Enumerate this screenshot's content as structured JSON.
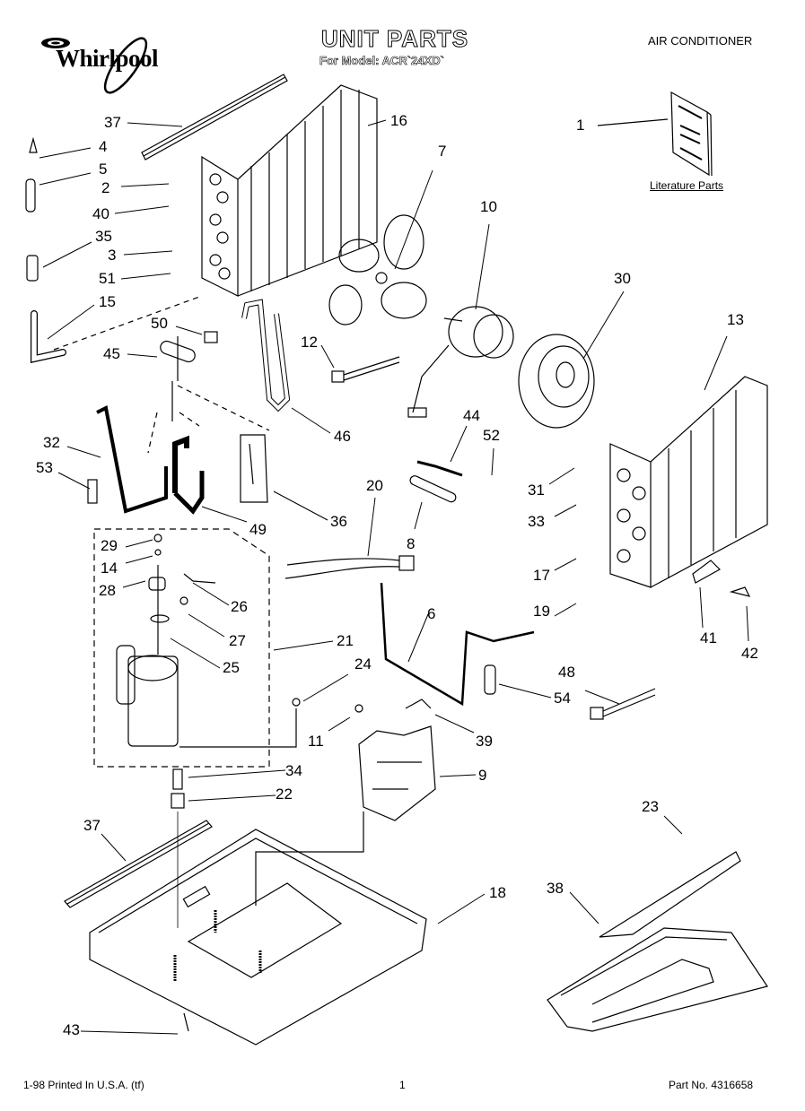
{
  "header": {
    "brand": "Whirlpool",
    "title": "UNIT PARTS",
    "model_line": "For Model: ACR`24XD`",
    "document_type": "AIR CONDITIONER"
  },
  "literature": {
    "label": "Literature Parts",
    "callout": "1"
  },
  "callouts": [
    {
      "id": "c37a",
      "num": "37"
    },
    {
      "id": "c16",
      "num": "16"
    },
    {
      "id": "c4",
      "num": "4"
    },
    {
      "id": "c5",
      "num": "5"
    },
    {
      "id": "c2",
      "num": "2"
    },
    {
      "id": "c40",
      "num": "40"
    },
    {
      "id": "c7",
      "num": "7"
    },
    {
      "id": "c10",
      "num": "10"
    },
    {
      "id": "c35",
      "num": "35"
    },
    {
      "id": "c3",
      "num": "3"
    },
    {
      "id": "c51",
      "num": "51"
    },
    {
      "id": "c30",
      "num": "30"
    },
    {
      "id": "c15",
      "num": "15"
    },
    {
      "id": "c50",
      "num": "50"
    },
    {
      "id": "c12",
      "num": "12"
    },
    {
      "id": "c13",
      "num": "13"
    },
    {
      "id": "c45",
      "num": "45"
    },
    {
      "id": "c46",
      "num": "46"
    },
    {
      "id": "c44",
      "num": "44"
    },
    {
      "id": "c52",
      "num": "52"
    },
    {
      "id": "c32",
      "num": "32"
    },
    {
      "id": "c31",
      "num": "31"
    },
    {
      "id": "c53",
      "num": "53"
    },
    {
      "id": "c33",
      "num": "33"
    },
    {
      "id": "c20",
      "num": "20"
    },
    {
      "id": "c49",
      "num": "49"
    },
    {
      "id": "c36",
      "num": "36"
    },
    {
      "id": "c8",
      "num": "8"
    },
    {
      "id": "c29",
      "num": "29"
    },
    {
      "id": "c14",
      "num": "14"
    },
    {
      "id": "c17",
      "num": "17"
    },
    {
      "id": "c28",
      "num": "28"
    },
    {
      "id": "c26",
      "num": "26"
    },
    {
      "id": "c19",
      "num": "19"
    },
    {
      "id": "c6",
      "num": "6"
    },
    {
      "id": "c27",
      "num": "27"
    },
    {
      "id": "c21",
      "num": "21"
    },
    {
      "id": "c41",
      "num": "41"
    },
    {
      "id": "c42",
      "num": "42"
    },
    {
      "id": "c25",
      "num": "25"
    },
    {
      "id": "c24",
      "num": "24"
    },
    {
      "id": "c48",
      "num": "48"
    },
    {
      "id": "c54",
      "num": "54"
    },
    {
      "id": "c11",
      "num": "11"
    },
    {
      "id": "c39",
      "num": "39"
    },
    {
      "id": "c34",
      "num": "34"
    },
    {
      "id": "c9",
      "num": "9"
    },
    {
      "id": "c22",
      "num": "22"
    },
    {
      "id": "c23",
      "num": "23"
    },
    {
      "id": "c37b",
      "num": "37"
    },
    {
      "id": "c38",
      "num": "38"
    },
    {
      "id": "c18",
      "num": "18"
    },
    {
      "id": "c43",
      "num": "43"
    }
  ],
  "footer": {
    "print_info": "1-98 Printed In U.S.A. (tf)",
    "page_number": "1",
    "part_number": "Part No. 4316658"
  }
}
